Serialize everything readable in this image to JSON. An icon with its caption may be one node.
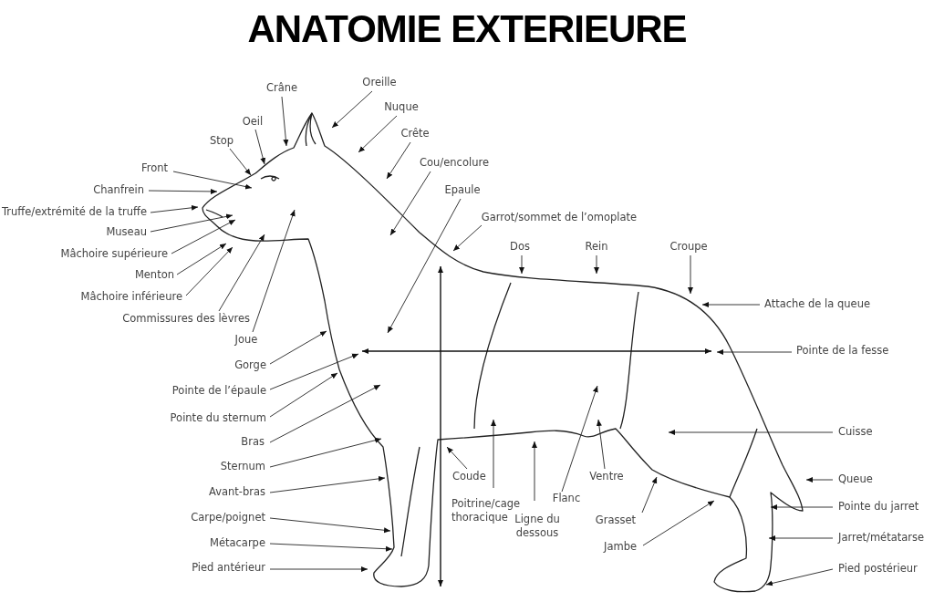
{
  "diagram": {
    "title": "ANATOMIE EXTERIEURE",
    "nodes": [
      {
        "text": [
          "Crâne"
        ]
      },
      {
        "text": [
          "Oreille"
        ]
      },
      {
        "text": [
          "Oeil"
        ]
      },
      {
        "text": [
          "Nuque"
        ]
      },
      {
        "text": [
          "Stop"
        ]
      },
      {
        "text": [
          "Crête"
        ]
      },
      {
        "text": [
          "Cou/encolure"
        ]
      },
      {
        "text": [
          "Front"
        ]
      },
      {
        "text": [
          "Chanfrein"
        ]
      },
      {
        "text": [
          "Epaule"
        ]
      },
      {
        "text": [
          "Garrot/sommet de l’omoplate"
        ]
      },
      {
        "text": [
          "Truffe/extrémité de la truffe"
        ]
      },
      {
        "text": [
          "Museau"
        ]
      },
      {
        "text": [
          "Mâchoire supérieure"
        ]
      },
      {
        "text": [
          "Menton"
        ]
      },
      {
        "text": [
          "Mâchoire inférieure"
        ]
      },
      {
        "text": [
          "Commissures des lèvres"
        ]
      },
      {
        "text": [
          "Joue"
        ]
      },
      {
        "text": [
          "Gorge"
        ]
      },
      {
        "text": [
          "Pointe de l’épaule"
        ]
      },
      {
        "text": [
          "Pointe du sternum"
        ]
      },
      {
        "text": [
          "Bras"
        ]
      },
      {
        "text": [
          "Sternum"
        ]
      },
      {
        "text": [
          "Avant-bras"
        ]
      },
      {
        "text": [
          "Carpe/poignet"
        ]
      },
      {
        "text": [
          "Métacarpe"
        ]
      },
      {
        "text": [
          "Pied antérieur"
        ]
      },
      {
        "text": [
          "Dos"
        ]
      },
      {
        "text": [
          "Rein"
        ]
      },
      {
        "text": [
          "Croupe"
        ]
      },
      {
        "text": [
          "Attache de la queue"
        ]
      },
      {
        "text": [
          "Pointe de la fesse"
        ]
      },
      {
        "text": [
          "Cuisse"
        ]
      },
      {
        "text": [
          "Coude"
        ]
      },
      {
        "text": [
          "Poitrine/cage thoracique"
        ]
      },
      {
        "text": [
          "Ligne du dessous"
        ]
      },
      {
        "text": [
          "Flanc"
        ]
      },
      {
        "text": [
          "Ventre"
        ]
      },
      {
        "text": [
          "Grasset"
        ]
      },
      {
        "text": [
          "Jambe"
        ]
      },
      {
        "text": [
          "Queue"
        ]
      },
      {
        "text": [
          "Pointe du jarret"
        ]
      },
      {
        "text": [
          "Jarret/métatarse"
        ]
      },
      {
        "text": [
          "Pied postérieur"
        ]
      }
    ],
    "edges": [
      {
        "from": 0,
        "to": null,
        "arrow": "to"
      },
      {
        "from": 1,
        "to": null,
        "arrow": "to"
      },
      {
        "from": 2,
        "to": null,
        "arrow": "to"
      },
      {
        "from": 3,
        "to": null,
        "arrow": "to"
      },
      {
        "from": 4,
        "to": null,
        "arrow": "to"
      },
      {
        "from": 5,
        "to": null,
        "arrow": "to"
      },
      {
        "from": 6,
        "to": null,
        "arrow": "to"
      },
      {
        "from": 7,
        "to": null,
        "arrow": "to"
      },
      {
        "from": 8,
        "to": null,
        "arrow": "to"
      },
      {
        "from": 9,
        "to": null,
        "arrow": "to"
      },
      {
        "from": 10,
        "to": null,
        "arrow": "to"
      },
      {
        "from": 11,
        "to": null,
        "arrow": "to"
      },
      {
        "from": 12,
        "to": null,
        "arrow": "to"
      },
      {
        "from": 13,
        "to": null,
        "arrow": "to"
      },
      {
        "from": 14,
        "to": null,
        "arrow": "to"
      },
      {
        "from": 15,
        "to": null,
        "arrow": "to"
      },
      {
        "from": 16,
        "to": null,
        "arrow": "to"
      },
      {
        "from": 17,
        "to": null,
        "arrow": "to"
      },
      {
        "from": 18,
        "to": null,
        "arrow": "to"
      },
      {
        "from": 19,
        "to": null,
        "arrow": "to"
      },
      {
        "from": 20,
        "to": null,
        "arrow": "to"
      },
      {
        "from": 21,
        "to": null,
        "arrow": "to"
      },
      {
        "from": 22,
        "to": null,
        "arrow": "to"
      },
      {
        "from": 23,
        "to": null,
        "arrow": "to"
      },
      {
        "from": 24,
        "to": null,
        "arrow": "to"
      },
      {
        "from": 25,
        "to": null,
        "arrow": "to"
      },
      {
        "from": 26,
        "to": null,
        "arrow": "to"
      },
      {
        "from": 27,
        "to": null,
        "arrow": "to"
      },
      {
        "from": 28,
        "to": null,
        "arrow": "to"
      },
      {
        "from": 29,
        "to": null,
        "arrow": "to"
      },
      {
        "from": 30,
        "to": null,
        "arrow": "to"
      },
      {
        "from": 31,
        "to": null,
        "arrow": "to"
      },
      {
        "from": 32,
        "to": null,
        "arrow": "to"
      },
      {
        "from": 33,
        "to": null,
        "arrow": "to"
      },
      {
        "from": 34,
        "to": null,
        "arrow": "to"
      },
      {
        "from": 35,
        "to": null,
        "arrow": "to"
      },
      {
        "from": 36,
        "to": null,
        "arrow": "to"
      },
      {
        "from": 37,
        "to": null,
        "arrow": "to"
      },
      {
        "from": 38,
        "to": null,
        "arrow": "to"
      },
      {
        "from": 39,
        "to": null,
        "arrow": "to"
      },
      {
        "from": 40,
        "to": null,
        "arrow": "to"
      },
      {
        "from": 41,
        "to": null,
        "arrow": "to"
      },
      {
        "from": 42,
        "to": null,
        "arrow": "to"
      },
      {
        "from": 43,
        "to": null,
        "arrow": "to"
      }
    ]
  }
}
